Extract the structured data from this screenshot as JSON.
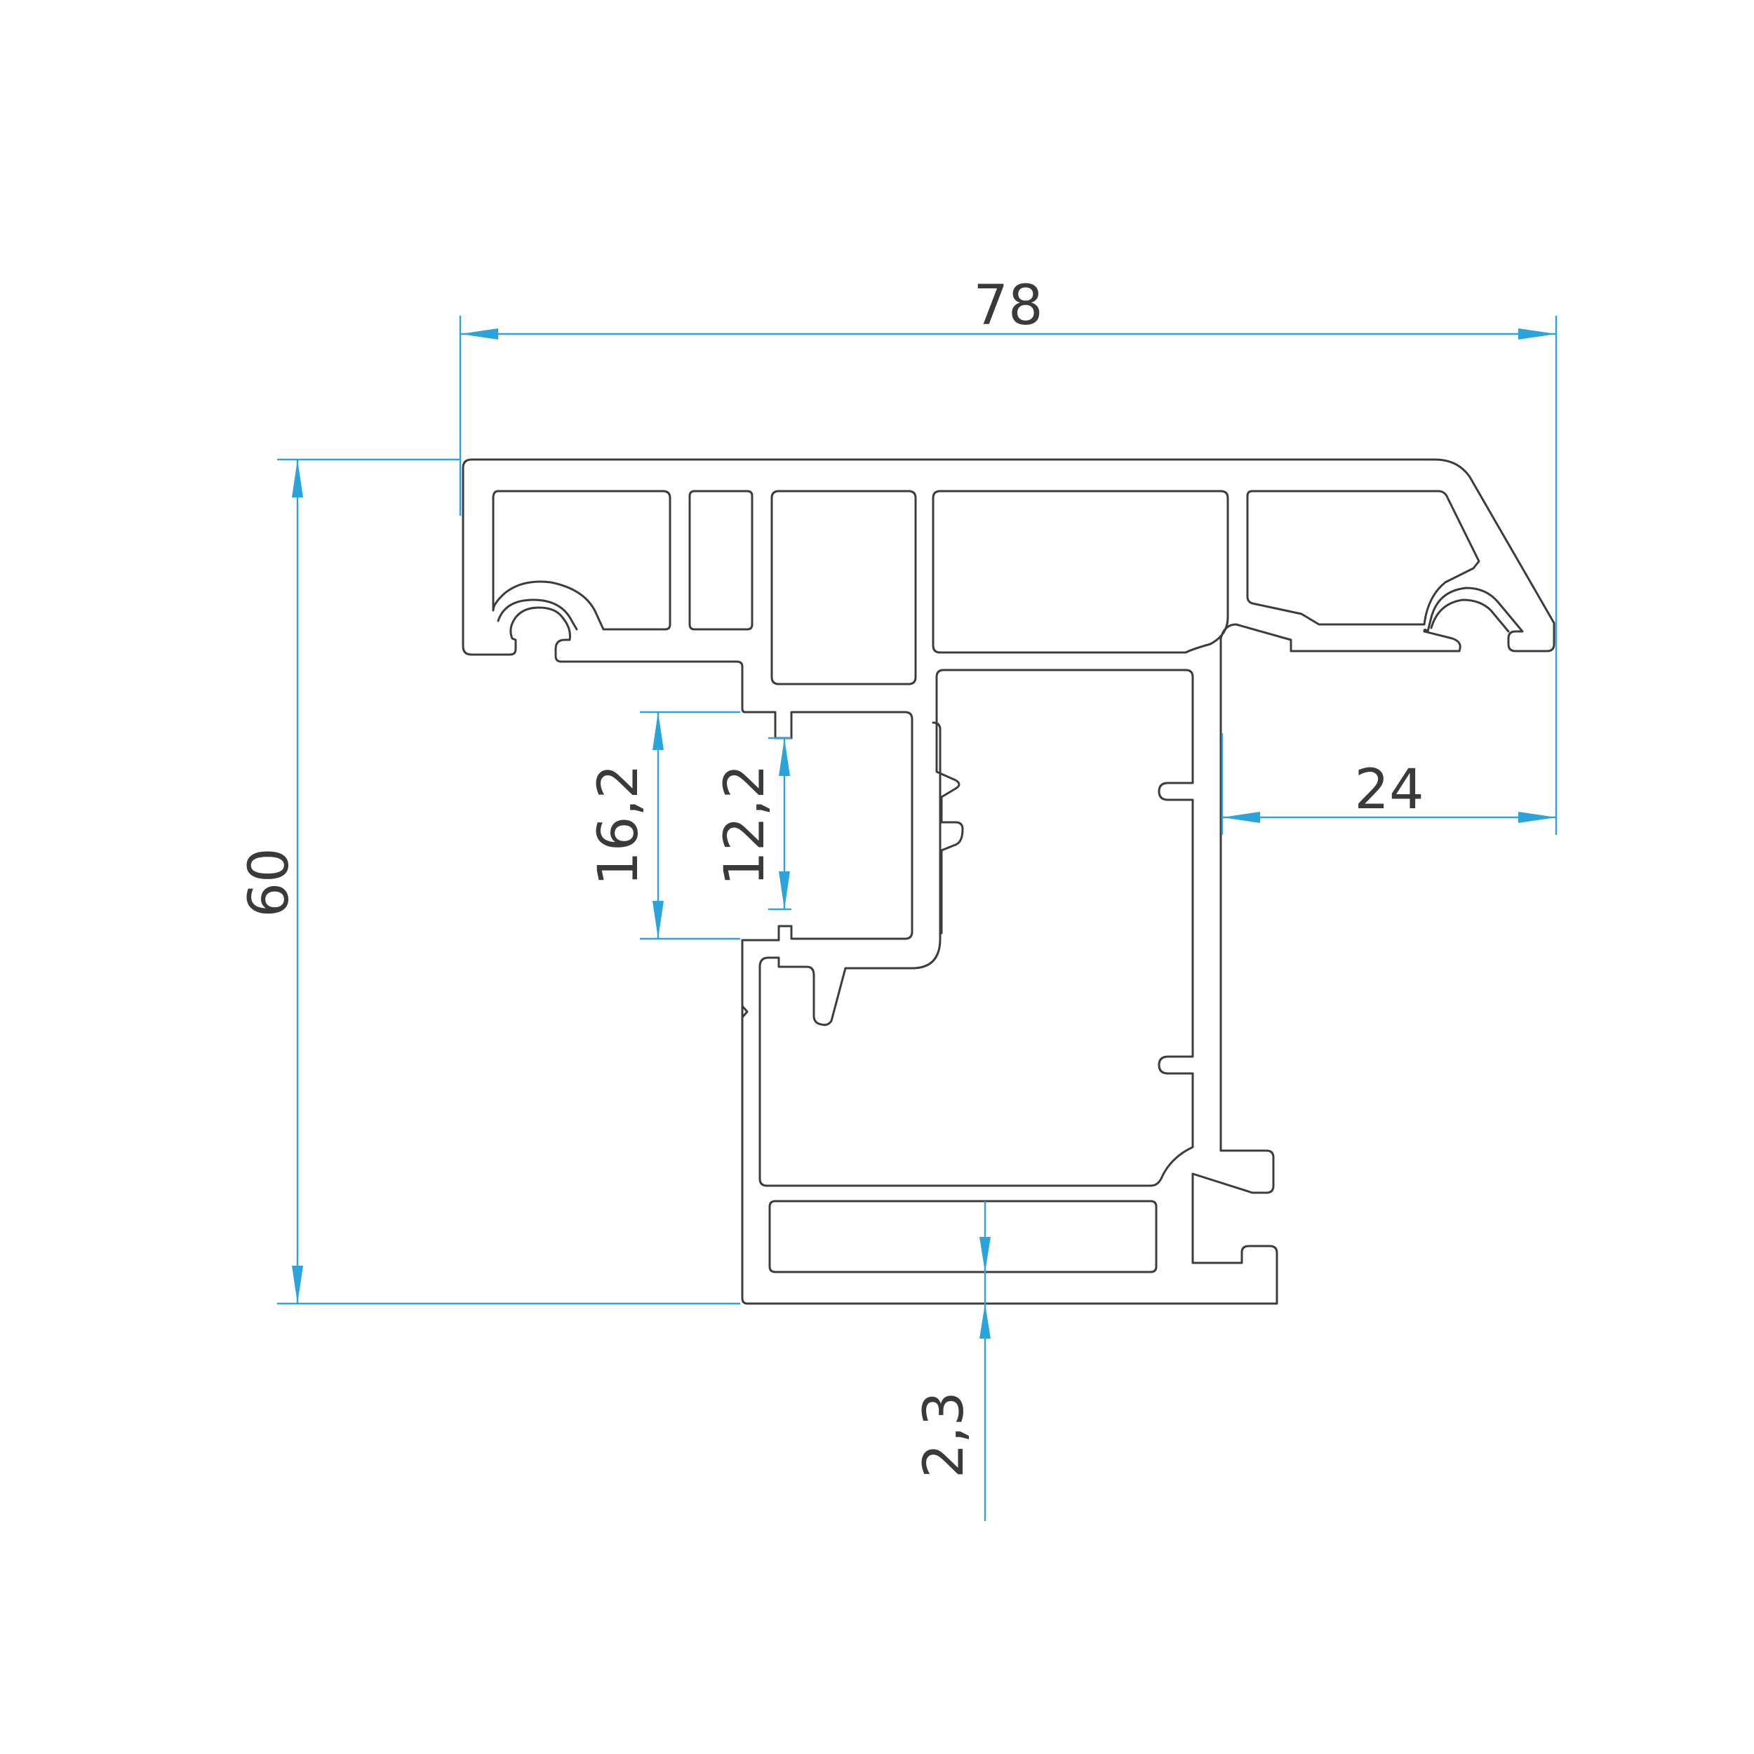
{
  "dimensions": {
    "overall_width": "78",
    "overall_height": "60",
    "right_offset": "24",
    "groove_outer": "16,2",
    "groove_inner": "12,2",
    "wall_thickness": "2,3"
  },
  "colors": {
    "profile_line": "#3c3c3c",
    "dimension_line": "#2aa4db",
    "text": "#3a3a3a",
    "background": "#ffffff"
  }
}
